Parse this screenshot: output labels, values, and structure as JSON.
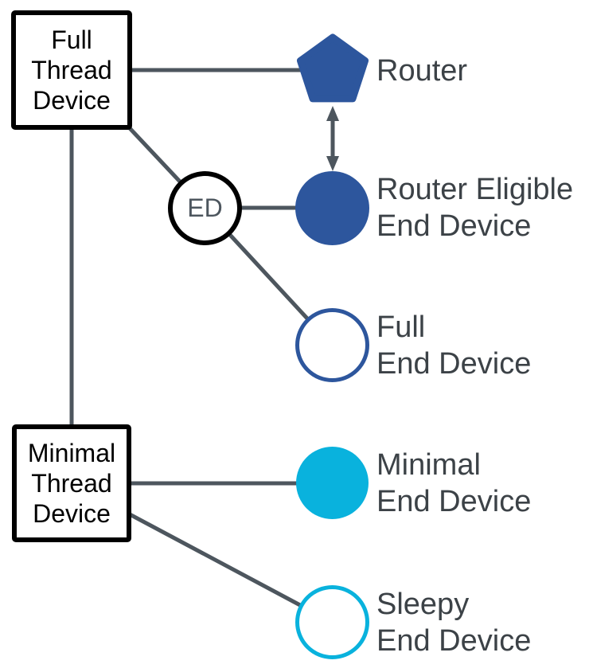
{
  "colors": {
    "router_blue": "#2d569d",
    "minimal_cyan": "#09b2dd",
    "connector_gray": "#4d565e",
    "label_gray": "#3c4247"
  },
  "boxes": {
    "full_thread_device": {
      "lines": [
        "Full",
        "Thread",
        "Device"
      ]
    },
    "minimal_thread_device": {
      "lines": [
        "Minimal",
        "Thread",
        "Device"
      ]
    }
  },
  "badges": {
    "ed": "ED"
  },
  "labels": {
    "router": {
      "lines": [
        "Router"
      ]
    },
    "router_eligible_end_device": {
      "lines": [
        "Router Eligible",
        "End Device"
      ]
    },
    "full_end_device": {
      "lines": [
        "Full",
        "End Device"
      ]
    },
    "minimal_end_device": {
      "lines": [
        "Minimal",
        "End Device"
      ]
    },
    "sleepy_end_device": {
      "lines": [
        "Sleepy",
        "End Device"
      ]
    }
  }
}
